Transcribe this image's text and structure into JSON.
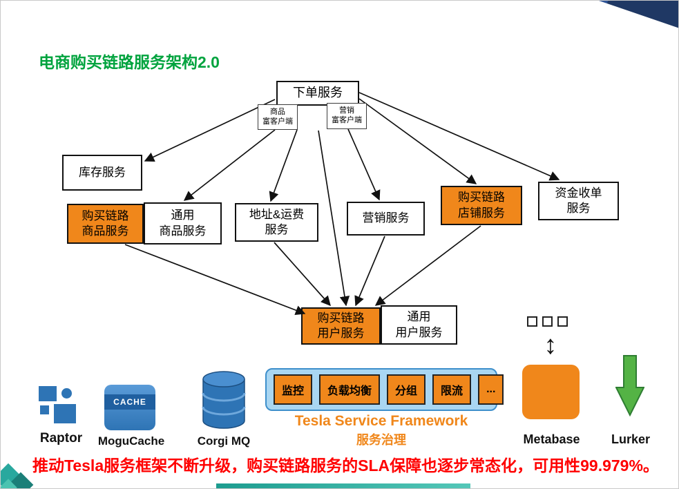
{
  "title": "电商购买链路服务架构2.0",
  "diagram": {
    "nodes": {
      "order": "下单服务",
      "product_rich_client": "商品\n富客户端",
      "marketing_rich_client": "营销\n富客户端",
      "inventory": "库存服务",
      "buy_product": "购买链路\n商品服务",
      "common_product": "通用\n商品服务",
      "address_freight": "地址&运费\n服务",
      "marketing": "营销服务",
      "buy_shop": "购买链路\n店铺服务",
      "funds_acquiring": "资金收单\n服务",
      "buy_user": "购买链路\n用户服务",
      "common_user": "通用\n用户服务"
    }
  },
  "tech": {
    "raptor": {
      "label": "Raptor"
    },
    "mogucache": {
      "label": "MoguCache",
      "badge": "CACHE"
    },
    "corgi": {
      "label": "Corgi MQ"
    },
    "tesla": {
      "modules": [
        "监控",
        "负载均衡",
        "分组",
        "限流",
        "..."
      ],
      "title": "Tesla Service Framework",
      "subtitle": "服务治理"
    },
    "metabase": {
      "label": "Metabase"
    },
    "lurker": {
      "label": "Lurker"
    }
  },
  "footer": {
    "text": "推动Tesla服务框架不断升级，购买链路服务的SLA保障也逐步常态化，可用性99.979%。"
  },
  "colors": {
    "accent_orange": "#F0871B",
    "title_green": "#00A33E",
    "footer_red": "#FF0000",
    "logo_blue": "#2E74B5",
    "tesla_bg": "#A9D6F2",
    "tesla_border": "#3E8FCB",
    "navy": "#1F3864",
    "teal": "#2BAD9F",
    "lurker_green": "#4FAF3F"
  }
}
